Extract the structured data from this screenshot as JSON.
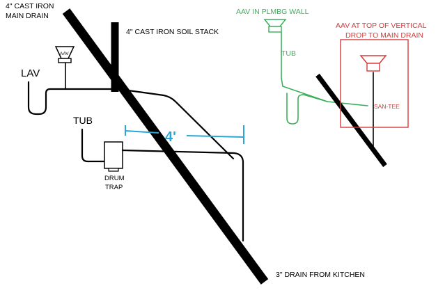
{
  "labels": {
    "main_drain_line1": "4\" CAST IRON",
    "main_drain_line2": "MAIN DRAIN",
    "soil_stack": "4\" CAST IRON SOIL STACK",
    "aav_small": "AAV",
    "lav": "LAV",
    "tub_left": "TUB",
    "dimension": "4'",
    "drum_trap_line1": "DRUM",
    "drum_trap_line2": "TRAP",
    "kitchen_drain": "3\" DRAIN FROM KITCHEN",
    "aav_wall": "AAV IN PLMBG WALL",
    "tub_right": "TUB",
    "aav_top_line1": "AAV AT TOP OF VERTICAL",
    "aav_top_line2": "DROP TO MAIN DRAIN",
    "san_tee": "SAN-TEE"
  },
  "colors": {
    "black": "#000000",
    "dimension_blue": "#2aa5d4",
    "green": "#3cae5a",
    "red": "#d63a3a"
  }
}
